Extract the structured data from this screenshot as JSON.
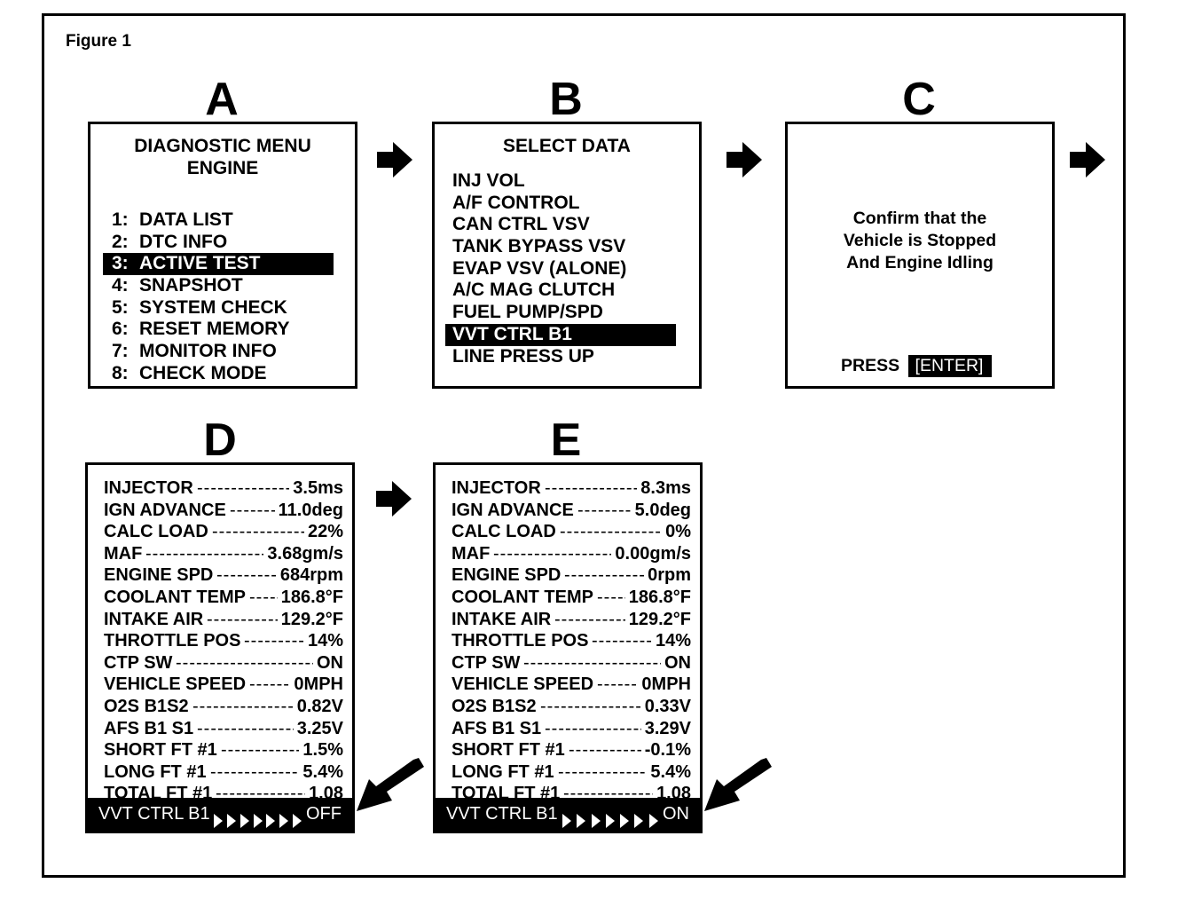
{
  "figure_label": "Figure 1",
  "panels": {
    "a": {
      "letter": "A",
      "title1": "DIAGNOSTIC MENU",
      "title2": "ENGINE",
      "items": [
        {
          "num": "1:",
          "label": "DATA LIST"
        },
        {
          "num": "2:",
          "label": "DTC INFO"
        },
        {
          "num": "3:",
          "label": "ACTIVE TEST"
        },
        {
          "num": "4:",
          "label": "SNAPSHOT"
        },
        {
          "num": "5:",
          "label": "SYSTEM CHECK"
        },
        {
          "num": "6:",
          "label": "RESET MEMORY"
        },
        {
          "num": "7:",
          "label": "MONITOR INFO"
        },
        {
          "num": "8:",
          "label": "CHECK MODE"
        }
      ],
      "selected_index": 2
    },
    "b": {
      "letter": "B",
      "title": "SELECT DATA",
      "items": [
        "INJ VOL",
        "A/F CONTROL",
        "CAN CTRL VSV",
        "TANK BYPASS VSV",
        "EVAP VSV (ALONE)",
        "A/C MAG CLUTCH",
        "FUEL PUMP/SPD",
        "VVT CTRL B1",
        "LINE PRESS UP"
      ],
      "selected_index": 7
    },
    "c": {
      "letter": "C",
      "line1": "Confirm that the",
      "line2": "Vehicle is Stopped",
      "line3": "And Engine Idling",
      "press_label": "PRESS",
      "enter_label": "[ENTER]"
    },
    "d": {
      "letter": "D",
      "rows": [
        {
          "key": "INJECTOR",
          "value": "3.5ms"
        },
        {
          "key": "IGN ADVANCE",
          "value": "11.0deg"
        },
        {
          "key": "CALC LOAD",
          "value": "22%"
        },
        {
          "key": "MAF",
          "value": "3.68gm/s"
        },
        {
          "key": "ENGINE SPD",
          "value": "684rpm"
        },
        {
          "key": "COOLANT TEMP",
          "value": "186.8°F"
        },
        {
          "key": "INTAKE AIR",
          "value": "129.2°F"
        },
        {
          "key": "THROTTLE POS",
          "value": "14%"
        },
        {
          "key": "CTP SW",
          "value": "ON"
        },
        {
          "key": "VEHICLE SPEED",
          "value": "0MPH"
        },
        {
          "key": "O2S B1S2",
          "value": "0.82V"
        },
        {
          "key": "AFS B1 S1",
          "value": "3.25V"
        },
        {
          "key": "SHORT FT #1",
          "value": "1.5%"
        },
        {
          "key": "LONG FT #1",
          "value": "5.4%"
        },
        {
          "key": "TOTAL FT #1",
          "value": "1.08"
        }
      ],
      "status_key": "VVT CTRL B1",
      "status_value": "OFF"
    },
    "e": {
      "letter": "E",
      "rows": [
        {
          "key": "INJECTOR",
          "value": "8.3ms"
        },
        {
          "key": "IGN ADVANCE",
          "value": "5.0deg"
        },
        {
          "key": "CALC LOAD",
          "value": "0%"
        },
        {
          "key": "MAF",
          "value": "0.00gm/s"
        },
        {
          "key": "ENGINE SPD",
          "value": "0rpm"
        },
        {
          "key": "COOLANT TEMP",
          "value": "186.8°F"
        },
        {
          "key": "INTAKE AIR",
          "value": "129.2°F"
        },
        {
          "key": "THROTTLE POS",
          "value": "14%"
        },
        {
          "key": "CTP SW",
          "value": "ON"
        },
        {
          "key": "VEHICLE SPEED",
          "value": "0MPH"
        },
        {
          "key": "O2S B1S2",
          "value": "0.33V"
        },
        {
          "key": "AFS B1 S1",
          "value": "3.29V"
        },
        {
          "key": "SHORT FT #1",
          "value": "-0.1%"
        },
        {
          "key": "LONG FT #1",
          "value": "5.4%"
        },
        {
          "key": "TOTAL FT #1",
          "value": "1.08"
        }
      ],
      "status_key": "VVT CTRL B1",
      "status_value": "ON"
    }
  },
  "icons": {
    "flow_arrow": "right-arrow-icon",
    "pointer_arrow": "diagonal-pointer-arrow-icon",
    "status_triangles": "triangle-right-icon"
  }
}
